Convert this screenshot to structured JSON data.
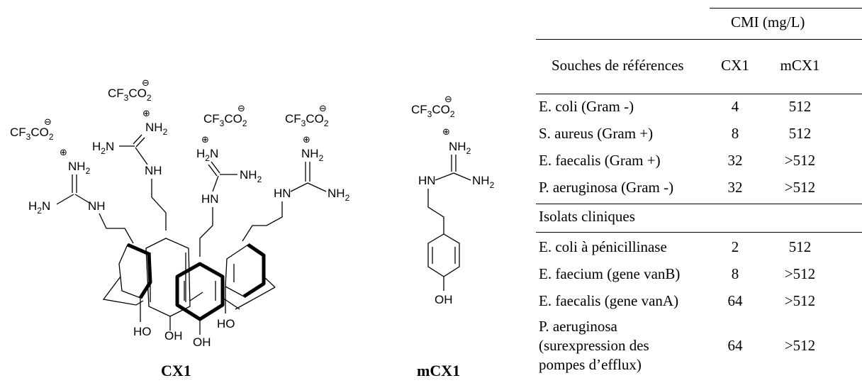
{
  "compounds": {
    "cx1": {
      "name": "CX1",
      "counterion": "CF3CO2",
      "substituent_labels": [
        "NH2",
        "H2N",
        "NH",
        "HN",
        "NH2",
        "NH2"
      ],
      "hydroxyl_label": "OH",
      "hydroxyl_label_alt": "HO"
    },
    "mcx1": {
      "name": "mCX1",
      "counterion": "CF3CO2",
      "labels": {
        "nh2_top": "NH2",
        "hn": "HN",
        "nh2_right": "NH2",
        "oh": "OH"
      }
    }
  },
  "table": {
    "header_group": "CMI (mg/L)",
    "col_headers": [
      "Souches de références",
      "CX1",
      "mCX1"
    ],
    "reference_rows": [
      {
        "strain": "E. coli (Gram -)",
        "cx1": "4",
        "mcx1": "512"
      },
      {
        "strain": "S. aureus (Gram +)",
        "cx1": "8",
        "mcx1": "512"
      },
      {
        "strain": "E. faecalis (Gram +)",
        "cx1": "32",
        "mcx1": ">512"
      },
      {
        "strain": "P. aeruginosa (Gram -)",
        "cx1": "32",
        "mcx1": ">512"
      }
    ],
    "section_clinical": "Isolats cliniques",
    "clinical_rows": [
      {
        "strain": "E. coli à pénicillinase",
        "cx1": "2",
        "mcx1": "512"
      },
      {
        "strain": "E. faecium (gene vanB)",
        "cx1": "8",
        "mcx1": ">512"
      },
      {
        "strain": "E. faecalis (gene vanA)",
        "cx1": "64",
        "mcx1": ">512"
      }
    ],
    "last_row": {
      "strain_lines": [
        "P. aeruginosa",
        "(surexpression des",
        "pompes d’efflux)"
      ],
      "cx1": "64",
      "mcx1": ">512"
    }
  }
}
